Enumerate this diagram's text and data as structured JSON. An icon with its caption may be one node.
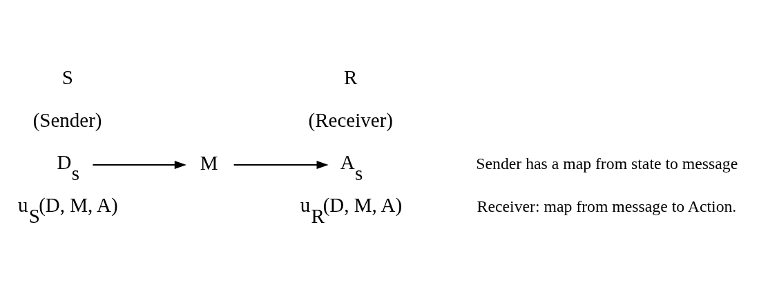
{
  "diagram": {
    "nodes": [
      {
        "text": [
          "D$_{s}$"
        ]
      },
      {
        "text": [
          "M"
        ]
      },
      {
        "text": [
          "A$_{s}$"
        ]
      }
    ],
    "edges": [
      {
        "from": 0,
        "to": 1,
        "arrow": "to"
      },
      {
        "from": 1,
        "to": 2,
        "arrow": "to"
      }
    ],
    "labels": [
      "S",
      "(Sender)",
      "R",
      "(Receiver)",
      "u$_{S}$(D, M, A)",
      "u$_{R}$(D, M, A)",
      "Sender has a map from state to message",
      "Receiver: map from message to Action."
    ]
  }
}
